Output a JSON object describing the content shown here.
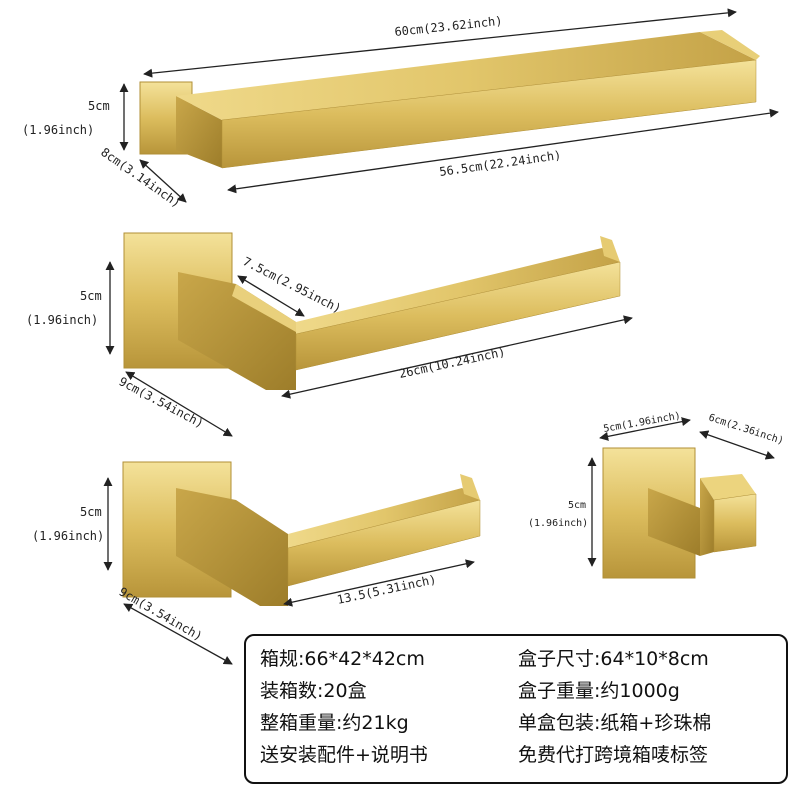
{
  "dimensions": {
    "towel_bar": {
      "total_length": "60cm(23.62inch)",
      "bar_length": "56.5cm(22.24inch)",
      "height_cm": "5cm",
      "height_in": "(1.96inch)",
      "depth": "8cm(3.14inch)"
    },
    "towel_ring": {
      "height_cm": "5cm",
      "height_in": "(1.96inch)",
      "arm": "7.5cm(2.95inch)",
      "length": "26cm(10.24inch)",
      "depth": "9cm(3.54inch)"
    },
    "paper_holder": {
      "height_cm": "5cm",
      "height_in": "(1.96inch)",
      "length": "13.5(5.31inch)",
      "depth": "9cm(3.54inch)"
    },
    "robe_hook": {
      "width": "5cm(1.96inch)",
      "depth": "6cm(2.36inch)",
      "height_cm": "5cm",
      "height_in": "(1.96inch)"
    }
  },
  "specs": [
    "箱规:66*42*42cm",
    "盒子尺寸:64*10*8cm",
    "装箱数:20盒",
    "盒子重量:约1000g",
    "整箱重量:约21kg",
    "单盒包装:纸箱+珍珠棉",
    "送安装配件+说明书",
    "免费代打跨境箱唛标签"
  ],
  "colors": {
    "gold_light": "#f2dc8c",
    "gold_mid": "#d9b95a",
    "gold_dark": "#a8862f",
    "line": "#222222"
  }
}
